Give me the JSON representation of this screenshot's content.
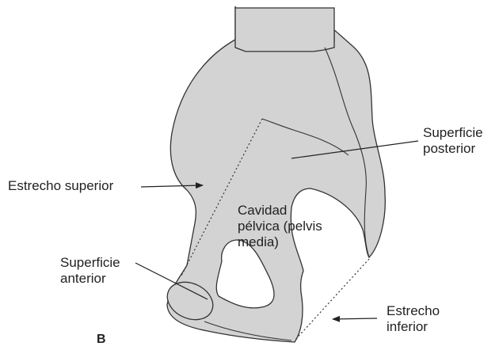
{
  "figure": {
    "panel_letter": "B",
    "fill_color": "#d3d3d3",
    "stroke_color": "#333333",
    "labels": {
      "superficie_posterior": [
        "Superficie",
        "posterior"
      ],
      "estrecho_superior": "Estrecho superior",
      "cavidad_pelvica": [
        "Cavidad",
        "pélvica (pelvis",
        "media)"
      ],
      "superficie_anterior": [
        "Superficie",
        "anterior"
      ],
      "estrecho_inferior": [
        "Estrecho",
        "inferior"
      ]
    }
  }
}
